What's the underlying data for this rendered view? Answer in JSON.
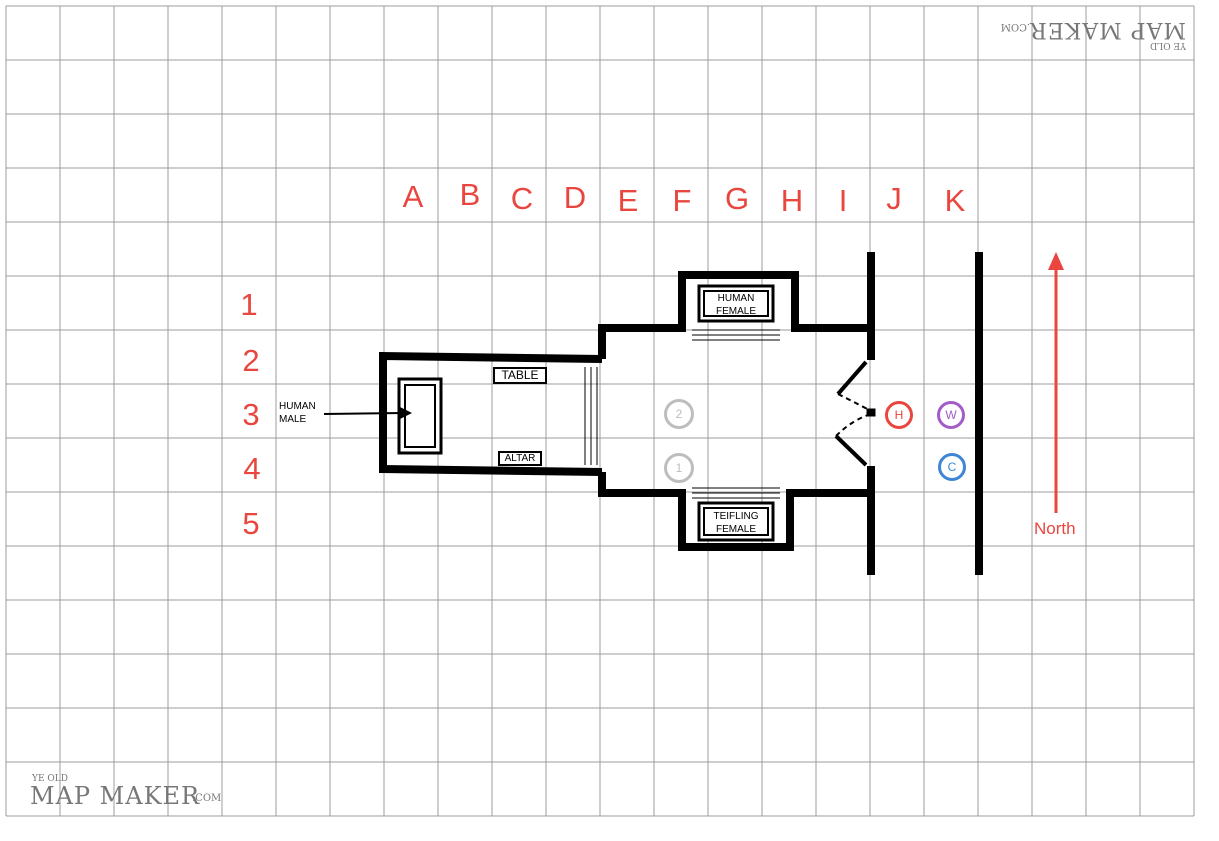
{
  "columns": [
    "A",
    "B",
    "C",
    "D",
    "E",
    "F",
    "G",
    "H",
    "I",
    "J",
    "K"
  ],
  "rows": [
    "1",
    "2",
    "3",
    "4",
    "5"
  ],
  "labels": {
    "table": "TABLE",
    "altar": "ALTAR",
    "human_female_line1": "HUMAN",
    "human_female_line2": "FEMALE",
    "teifling_female_line1": "TEIFLING",
    "teifling_female_line2": "FEMALE",
    "human_male_line1": "HUMAN",
    "human_male_line2": "MALE",
    "north": "North"
  },
  "tokens": [
    {
      "id": "2",
      "label": "2",
      "color": "#bdbdbd"
    },
    {
      "id": "1",
      "label": "1",
      "color": "#bdbdbd"
    },
    {
      "id": "H",
      "label": "H",
      "color": "#e8463e"
    },
    {
      "id": "W",
      "label": "W",
      "color": "#a45dc8"
    },
    {
      "id": "C",
      "label": "C",
      "color": "#3d86d6"
    }
  ],
  "logo": {
    "top_right": {
      "prefix": "YE OLD",
      "main": "MAP MAKER",
      "suffix": ".COM"
    },
    "bottom_left": {
      "prefix": "YE OLD",
      "main": "MAP MAKER",
      "suffix": ".COM"
    }
  },
  "colors": {
    "grid": "#9e9e9e",
    "labels": "#e8463e",
    "walls": "#000000"
  }
}
